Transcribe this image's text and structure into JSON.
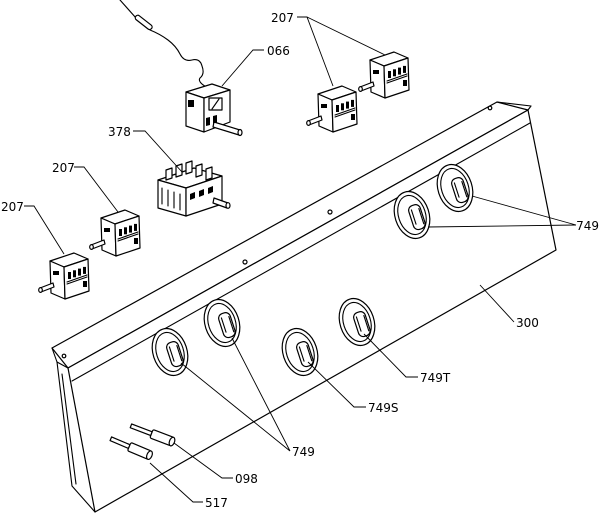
{
  "diagram": {
    "callouts": [
      "207",
      "066",
      "378",
      "207",
      "207",
      "749",
      "300",
      "749T",
      "749S",
      "749",
      "098",
      "517"
    ]
  },
  "colors": {
    "line": "#000000",
    "background": "#ffffff"
  }
}
